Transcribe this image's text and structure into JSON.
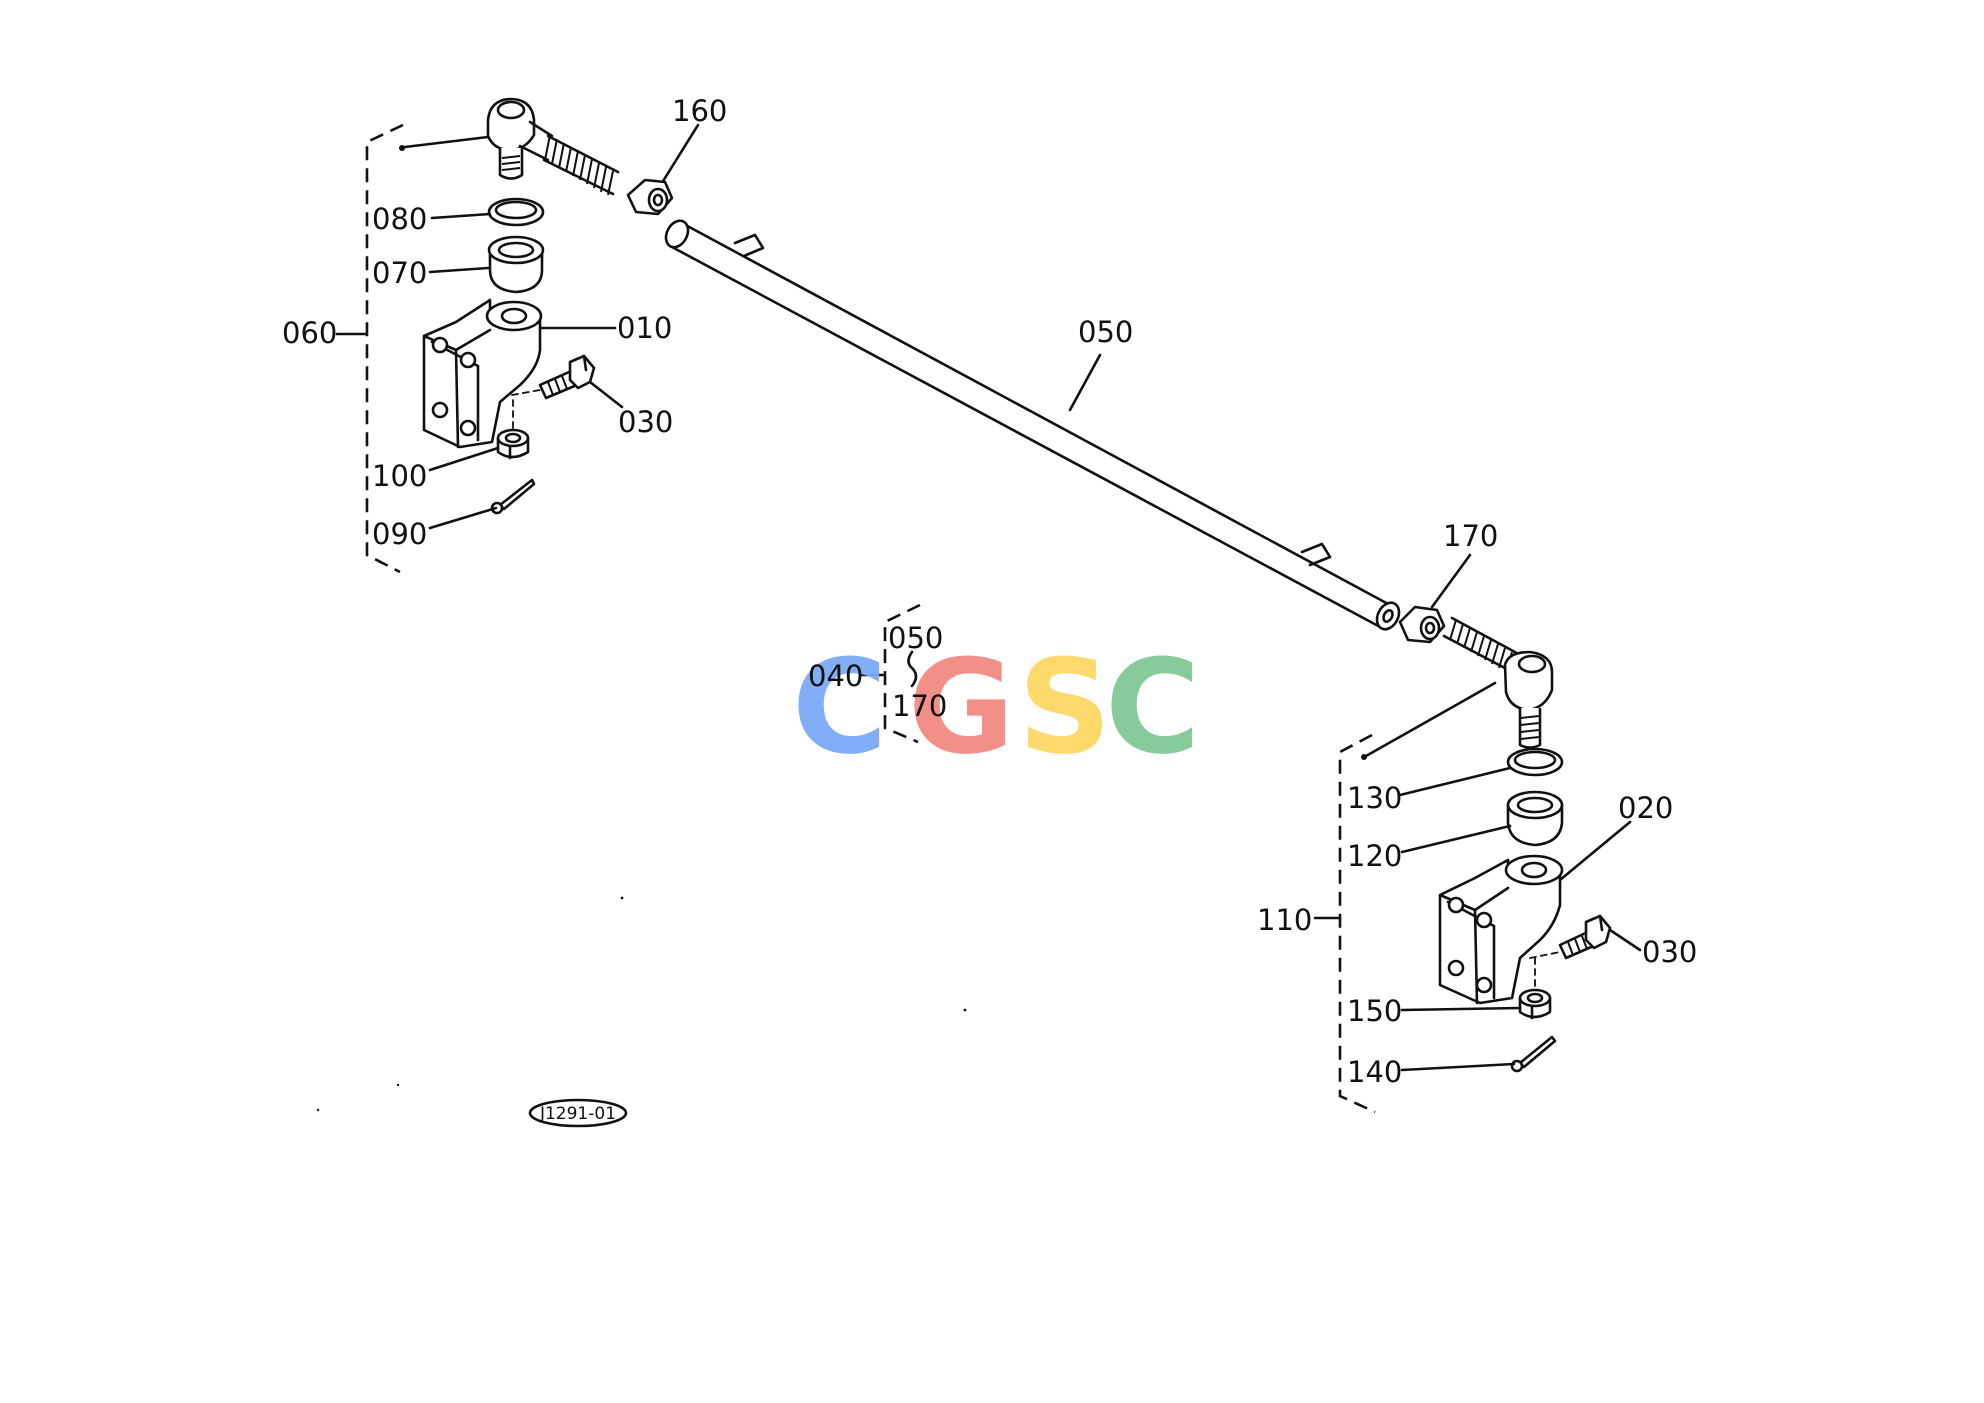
{
  "diagram": {
    "labels": {
      "p010": "010",
      "p020": "020",
      "p030_left": "030",
      "p030_right": "030",
      "p040": "040",
      "p050_tube": "050",
      "p050_group": "050",
      "p060": "060",
      "p070": "070",
      "p080": "080",
      "p090": "090",
      "p100": "100",
      "p110": "110",
      "p120": "120",
      "p130": "130",
      "p140": "140",
      "p150": "150",
      "p160": "160",
      "p170_nut": "170",
      "p170_group": "170"
    },
    "drawing_code": "J1291-01"
  },
  "watermark": {
    "letters": [
      "C",
      "G",
      "S",
      "C"
    ],
    "colors": [
      "#7baaf7",
      "#f28b82",
      "#fdd663",
      "#81c995"
    ]
  },
  "colors": {
    "line": "#111111",
    "background": "#ffffff"
  }
}
